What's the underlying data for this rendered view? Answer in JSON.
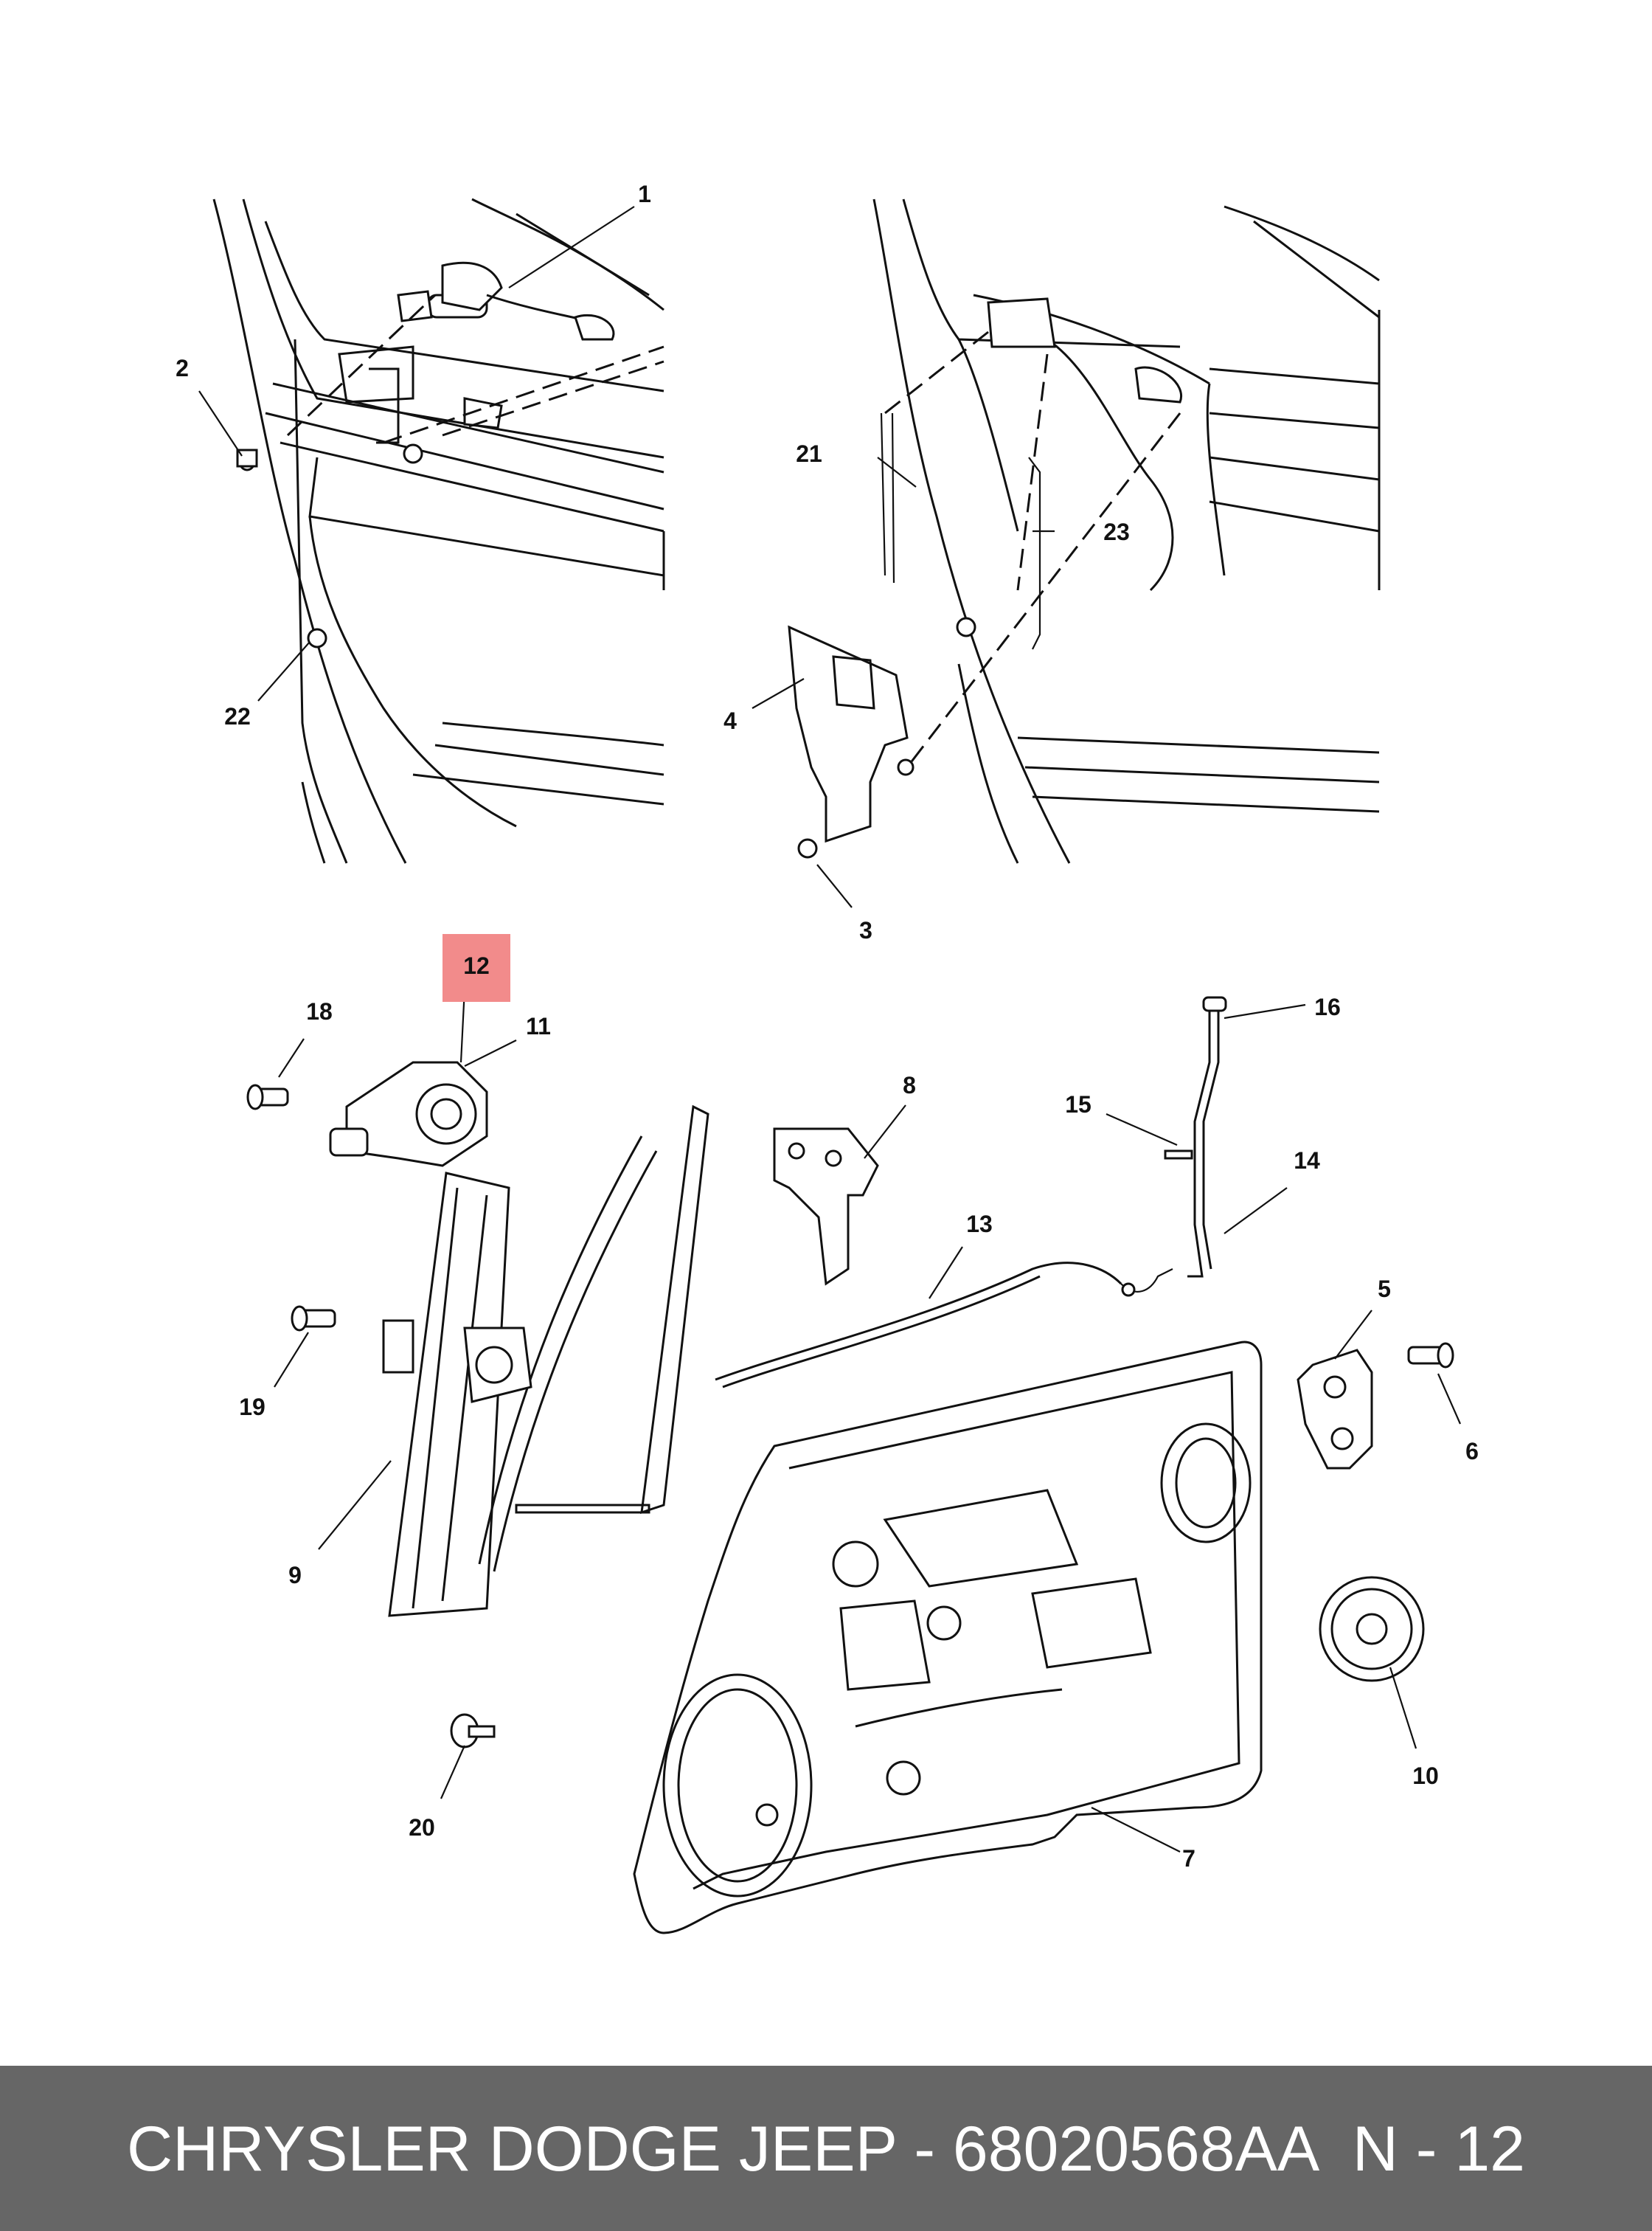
{
  "diagram": {
    "callouts": {
      "c1": "1",
      "c2": "2",
      "c3": "3",
      "c4": "4",
      "c5": "5",
      "c6": "6",
      "c7": "7",
      "c8": "8",
      "c9": "9",
      "c10": "10",
      "c11": "11",
      "c12": "12",
      "c13": "13",
      "c14": "14",
      "c15": "15",
      "c16": "16",
      "c18": "18",
      "c19": "19",
      "c20": "20",
      "c21": "21",
      "c22": "22",
      "c23": "23"
    },
    "highlight": {
      "label": "12",
      "color": "#f28b8b"
    }
  },
  "footer": {
    "title": "CHRYSLER DODGE JEEP - 68020568AA",
    "code": "N - 12",
    "background": "#666666"
  }
}
